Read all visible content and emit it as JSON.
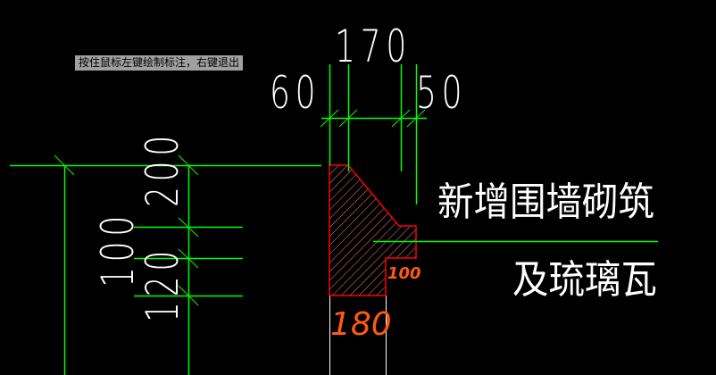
{
  "tooltip": {
    "text": "按住鼠标左键绘制标注，右键退出"
  },
  "dimensions": {
    "top_total": "170",
    "top_left": "60",
    "top_right": "50",
    "left_outer": "100",
    "left_inner_top": "200",
    "left_inner_bottom": "120"
  },
  "annotations": {
    "main_label_line1": "新增围墙砌筑",
    "main_label_line2": "及琉璃瓦",
    "hand_step": "100",
    "hand_wall": "180"
  },
  "colors": {
    "background": "#000000",
    "dim_line": "#00ff00",
    "section_outline": "#ff0000",
    "hatch": "#ff8080",
    "text": "#ffffff",
    "handwriting": "#ff5a10",
    "tooltip_bg": "#a0a0a0"
  }
}
